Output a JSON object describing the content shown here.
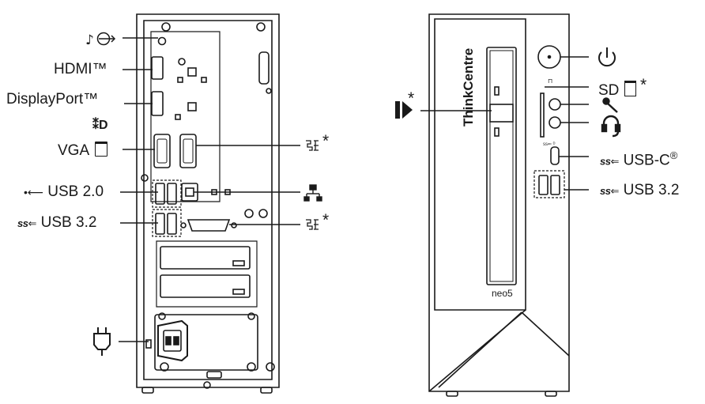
{
  "rear": {
    "labels": {
      "audio_out": "",
      "hdmi": "HDMI™",
      "displayport": "DisplayPort™",
      "vga": "VGA",
      "usb2": "USB 2.0",
      "usb32": "USB 3.2",
      "optional_port_star": "*",
      "optional_serial_star": "*"
    }
  },
  "front": {
    "brand": "ThinkCentre",
    "model": "neo5",
    "labels": {
      "odd_star": "*",
      "sd": "SD",
      "sd_star": "*",
      "usbc": "USB-C",
      "usbc_reg": "®",
      "usb32": "USB 3.2",
      "ss_prefix": "ss"
    }
  },
  "icons": {
    "audio": "audio-out-icon",
    "power": "power-icon",
    "mic": "microphone-icon",
    "headphone": "headphone-icon",
    "ethernet": "ethernet-icon",
    "serial": "serial-port-icon",
    "plug": "power-plug-icon",
    "dp": "displayport-icon",
    "eject": "optical-drive-icon",
    "usb": "usb-icon"
  }
}
